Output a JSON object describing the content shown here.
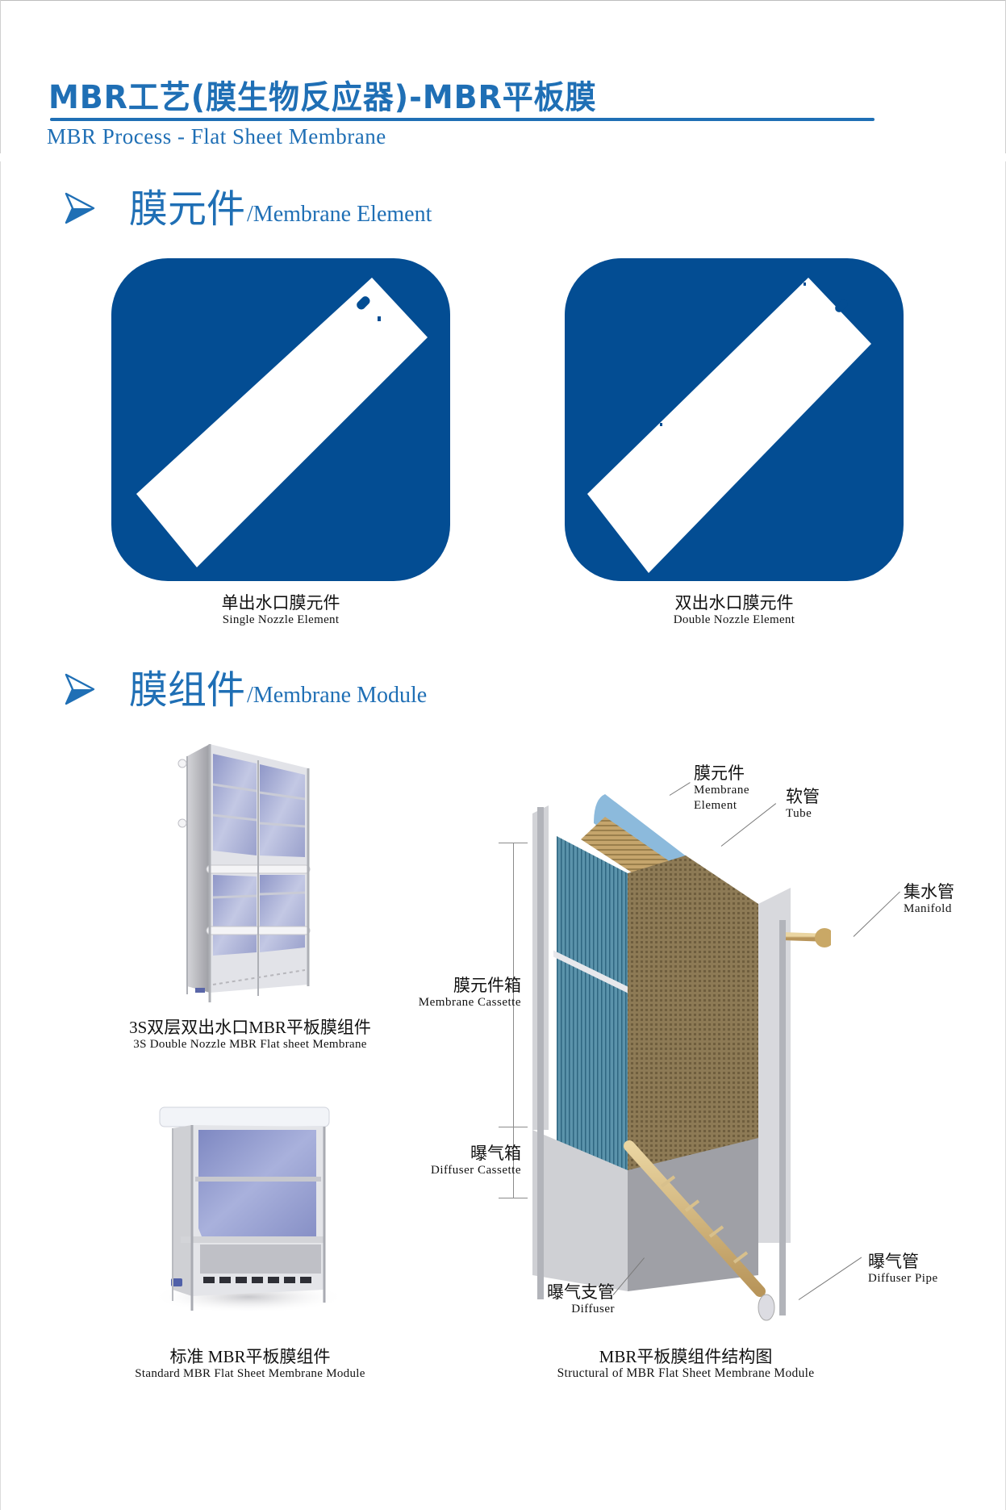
{
  "header": {
    "title": "MBR工艺(膜生物反应器)-MBR平板膜",
    "subtitle": "MBR Process - Flat Sheet Membrane"
  },
  "colors": {
    "brand_blue": "#1f6fb5",
    "tile_blue": "#034d93",
    "text_dark": "#111111"
  },
  "sections": [
    {
      "icon": "arrow-right-icon",
      "title_cn": "膜元件",
      "title_en": "/Membrane Element",
      "items": [
        {
          "image": "single-nozzle-element-image",
          "caption_cn": "单出水口膜元件",
          "caption_en": "Single Nozzle Element"
        },
        {
          "image": "double-nozzle-element-image",
          "caption_cn": "双出水口膜元件",
          "caption_en": "Double Nozzle Element"
        }
      ]
    },
    {
      "icon": "arrow-right-icon",
      "title_cn": "膜组件",
      "title_en": "/Membrane Module",
      "items": [
        {
          "image": "3s-double-layer-module-image",
          "caption_cn": "3S双层双出水口MBR平板膜组件",
          "caption_en": "3S Double Nozzle MBR Flat sheet Membrane"
        },
        {
          "image": "standard-module-image",
          "caption_cn": "标准 MBR平板膜组件",
          "caption_en": "Standard MBR Flat Sheet Membrane Module"
        },
        {
          "image": "structural-diagram-image",
          "caption_cn": "MBR平板膜组件结构图",
          "caption_en": "Structural of  MBR  Flat Sheet Membrane Module"
        }
      ]
    }
  ],
  "diagram_labels": {
    "membrane_element": {
      "cn": "膜元件",
      "en1": "Membrane",
      "en2": "Element"
    },
    "tube": {
      "cn": "软管",
      "en": "Tube"
    },
    "manifold": {
      "cn": "集水管",
      "en": "Manifold"
    },
    "membrane_cassette": {
      "cn": "膜元件箱",
      "en": "Membrane Cassette"
    },
    "diffuser_cassette": {
      "cn": "曝气箱",
      "en": "Diffuser Cassette"
    },
    "diffuser_pipe": {
      "cn": "曝气管",
      "en": "Diffuser Pipe"
    },
    "diffuser": {
      "cn": "曝气支管",
      "en": "Diffuser"
    }
  }
}
